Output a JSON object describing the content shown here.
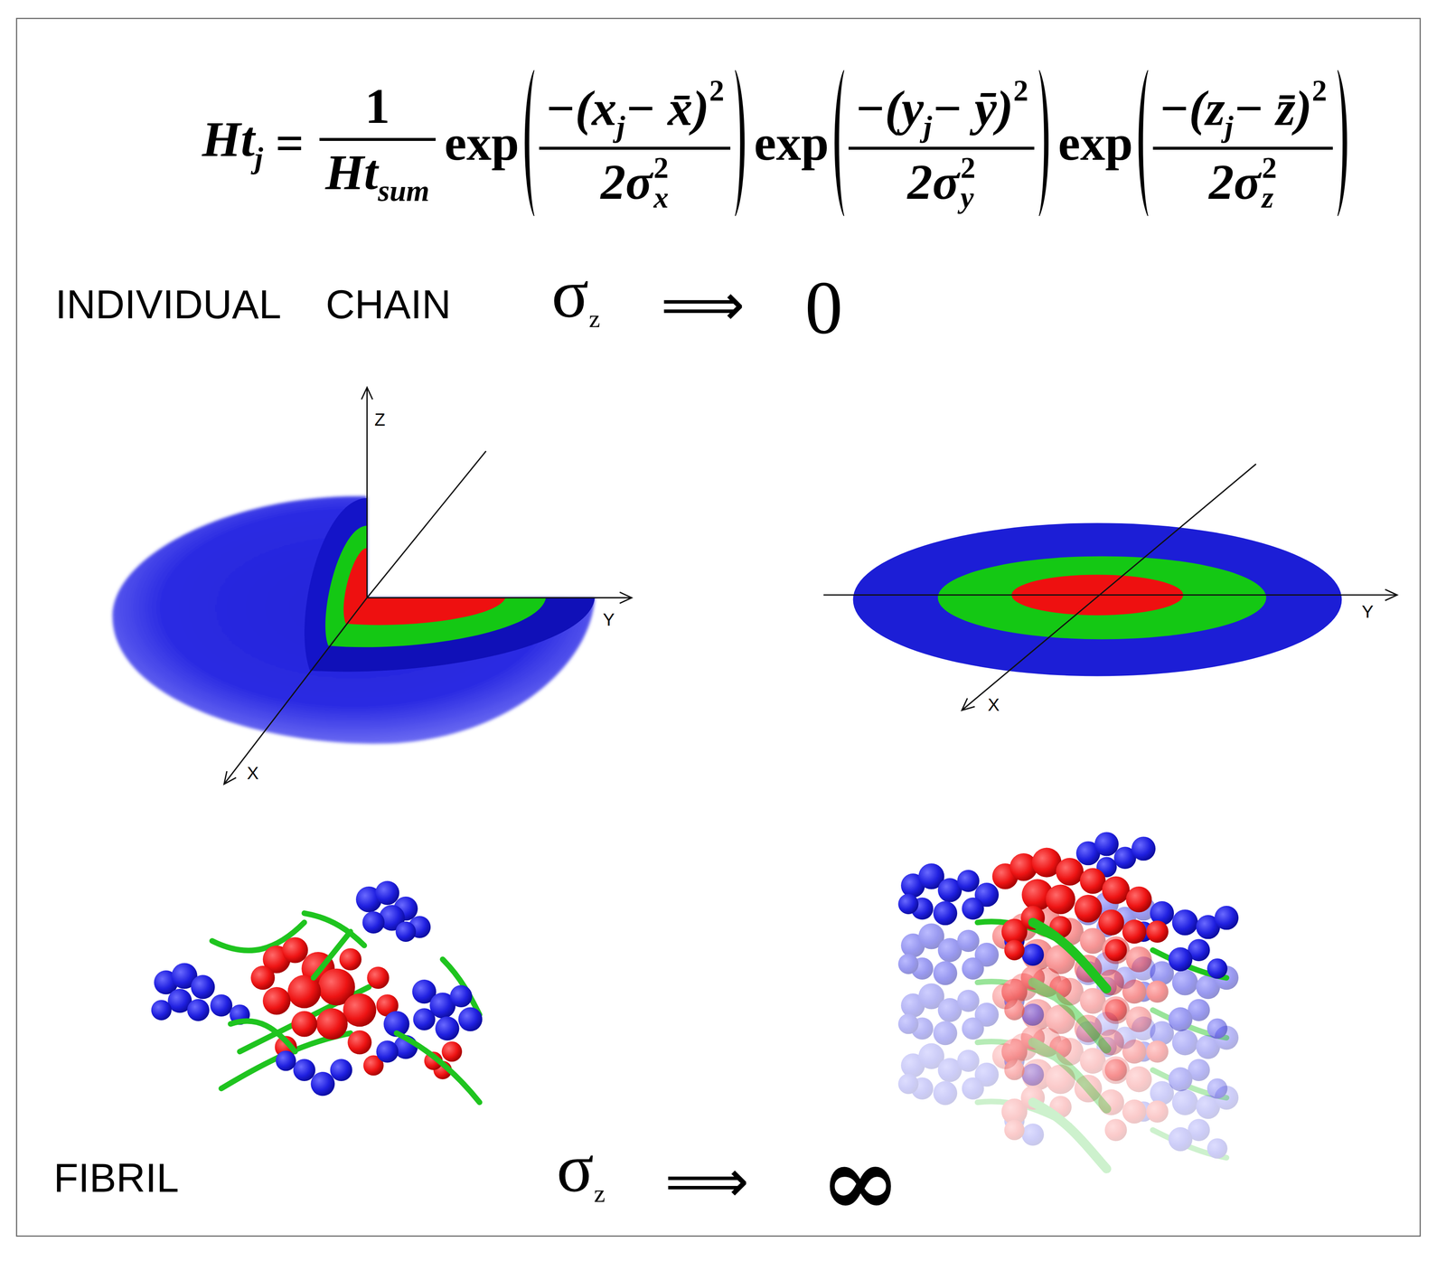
{
  "diagram": {
    "labels": [
      "Ht",
      "j",
      "=",
      "1",
      "Ht",
      "sum",
      "exp",
      "−(x",
      "j",
      "− x̄)",
      "2",
      "2σ",
      "2",
      "x",
      "exp",
      "−(y",
      "j",
      "− ȳ)",
      "2",
      "2σ",
      "2",
      "y",
      "exp",
      "−(z",
      "j",
      "− z̄)",
      "2",
      "2σ",
      "2",
      "z",
      "INDIVIDUAL CHAIN",
      "σ",
      "z",
      "⟹",
      "0",
      "Z",
      "Y",
      "X",
      "Y",
      "X",
      "FIBRIL",
      "σ",
      "z",
      "⟹",
      "∞"
    ]
  }
}
